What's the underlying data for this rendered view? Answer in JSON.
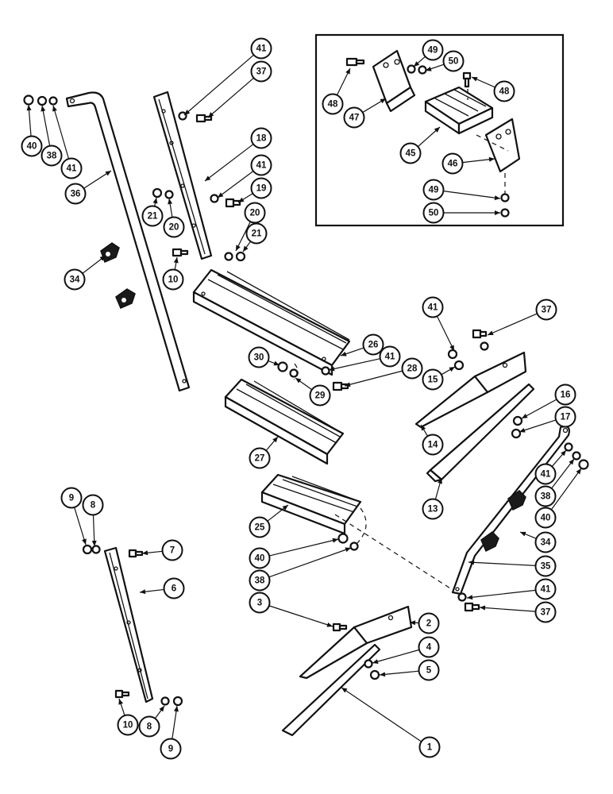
{
  "diagram": {
    "colors": {
      "ink": "#111111",
      "paper": "#ffffff"
    },
    "callouts": [
      {
        "label": "41"
      },
      {
        "label": "37"
      },
      {
        "label": "40"
      },
      {
        "label": "38"
      },
      {
        "label": "41"
      },
      {
        "label": "36"
      },
      {
        "label": "18"
      },
      {
        "label": "41"
      },
      {
        "label": "19"
      },
      {
        "label": "21"
      },
      {
        "label": "20"
      },
      {
        "label": "20"
      },
      {
        "label": "21"
      },
      {
        "label": "10"
      },
      {
        "label": "34"
      },
      {
        "label": "49"
      },
      {
        "label": "50"
      },
      {
        "label": "48"
      },
      {
        "label": "48"
      },
      {
        "label": "47"
      },
      {
        "label": "45"
      },
      {
        "label": "46"
      },
      {
        "label": "49"
      },
      {
        "label": "50"
      },
      {
        "label": "26"
      },
      {
        "label": "30"
      },
      {
        "label": "41"
      },
      {
        "label": "28"
      },
      {
        "label": "29"
      },
      {
        "label": "41"
      },
      {
        "label": "37"
      },
      {
        "label": "15"
      },
      {
        "label": "14"
      },
      {
        "label": "16"
      },
      {
        "label": "17"
      },
      {
        "label": "13"
      },
      {
        "label": "27"
      },
      {
        "label": "41"
      },
      {
        "label": "38"
      },
      {
        "label": "40"
      },
      {
        "label": "9"
      },
      {
        "label": "8"
      },
      {
        "label": "7"
      },
      {
        "label": "6"
      },
      {
        "label": "25"
      },
      {
        "label": "40"
      },
      {
        "label": "38"
      },
      {
        "label": "34"
      },
      {
        "label": "35"
      },
      {
        "label": "41"
      },
      {
        "label": "37"
      },
      {
        "label": "3"
      },
      {
        "label": "2"
      },
      {
        "label": "4"
      },
      {
        "label": "5"
      },
      {
        "label": "10"
      },
      {
        "label": "8"
      },
      {
        "label": "9"
      },
      {
        "label": "1"
      }
    ]
  }
}
